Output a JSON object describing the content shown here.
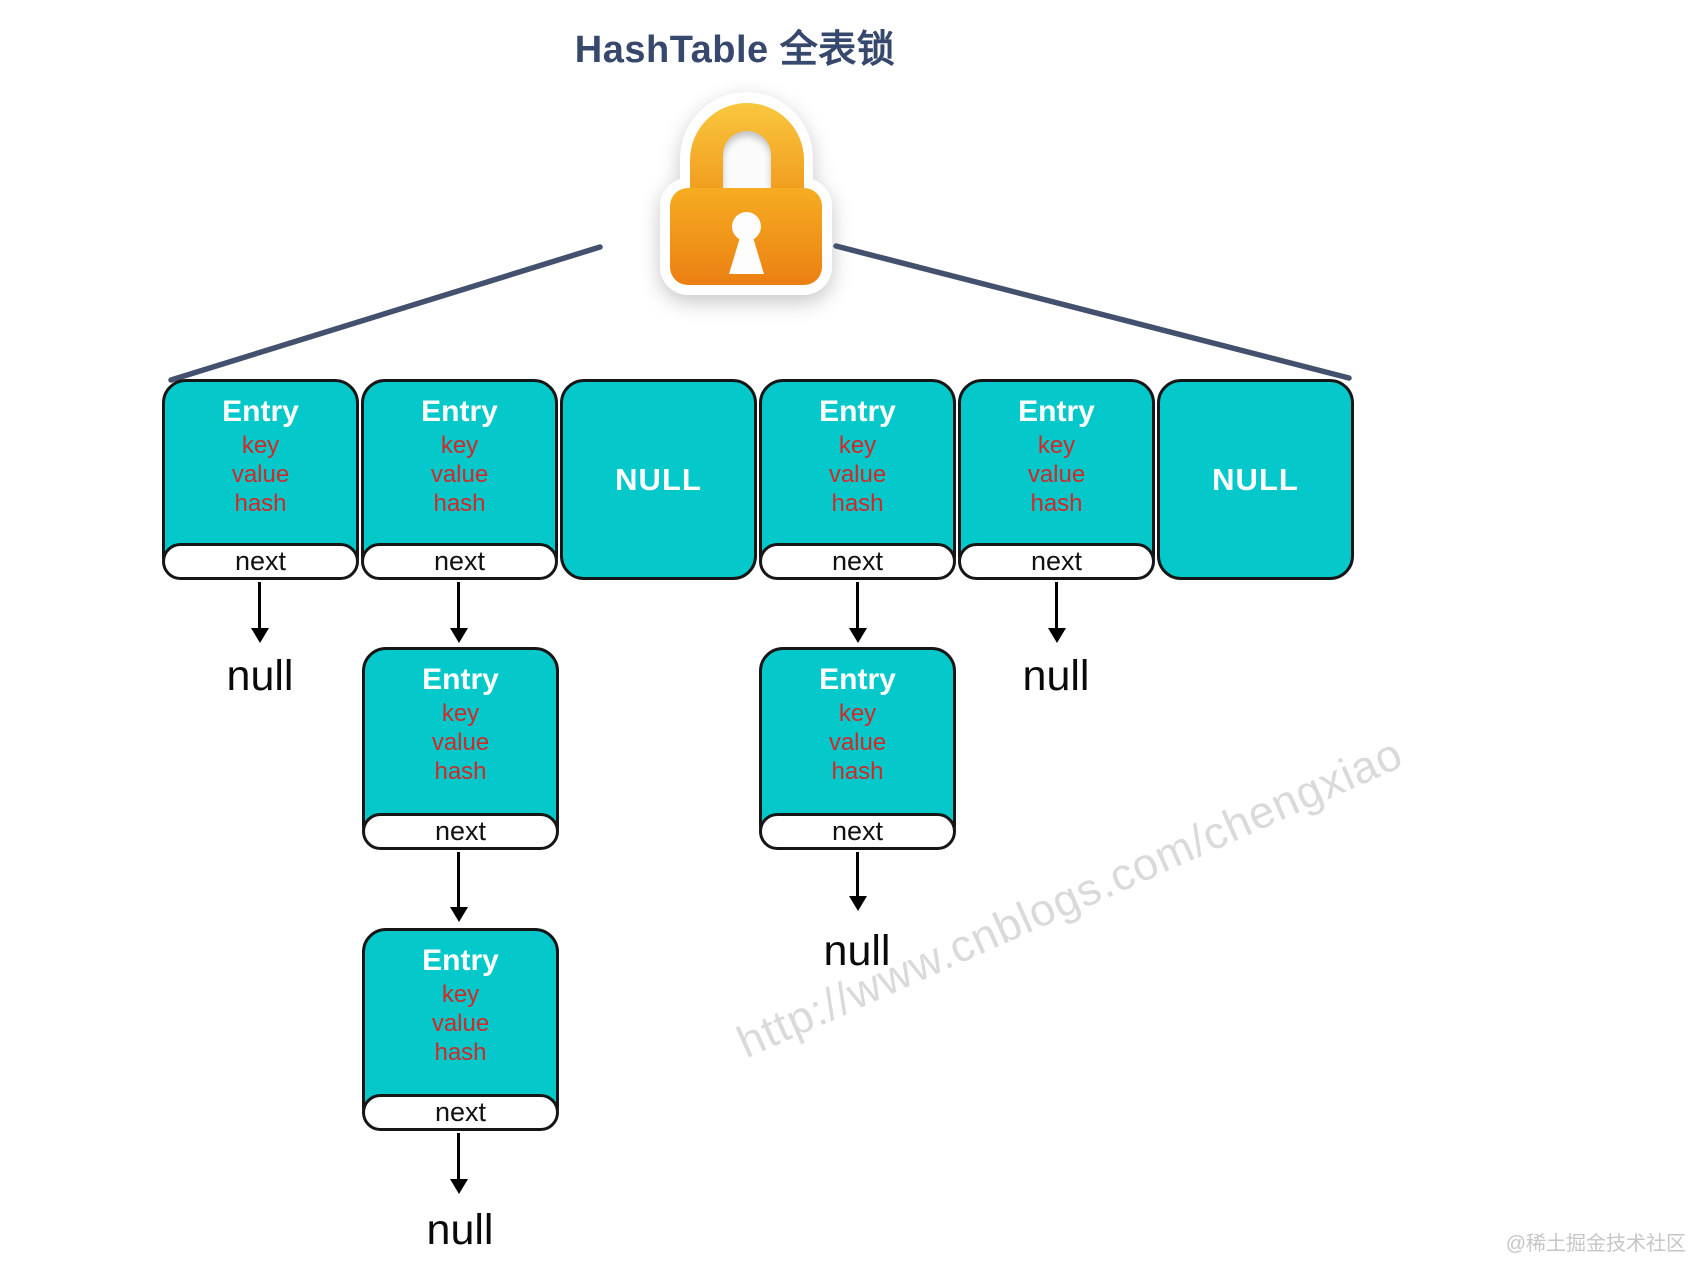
{
  "diagram": {
    "title": "HashTable 全表锁"
  },
  "entry_cell": {
    "title": "Entry",
    "fields": {
      "key": "key",
      "value": "value",
      "hash": "hash"
    },
    "next": "next"
  },
  "table_row": {
    "slots": [
      "Entry",
      "Entry",
      "NULL",
      "Entry",
      "Entry",
      "NULL"
    ]
  },
  "null_pointer_label": "null",
  "chains": {
    "bucket_0": [
      "null"
    ],
    "bucket_1": [
      "Entry",
      "Entry",
      "null"
    ],
    "bucket_3": [
      "Entry",
      "null"
    ],
    "bucket_4": [
      "null"
    ]
  },
  "watermark": "http://www.cnblogs.com/chengxiao",
  "attribution": "@稀土掘金技术社区",
  "colors": {
    "cell_fill": "#04c8ca",
    "cell_border": "#161616",
    "field_text": "#d22828",
    "title_text": "#36486b",
    "connector_line": "#44516e",
    "lock_gradient_top": "#f9c73e",
    "lock_gradient_bottom": "#ec7f12",
    "watermark_gray": "#dadada"
  }
}
